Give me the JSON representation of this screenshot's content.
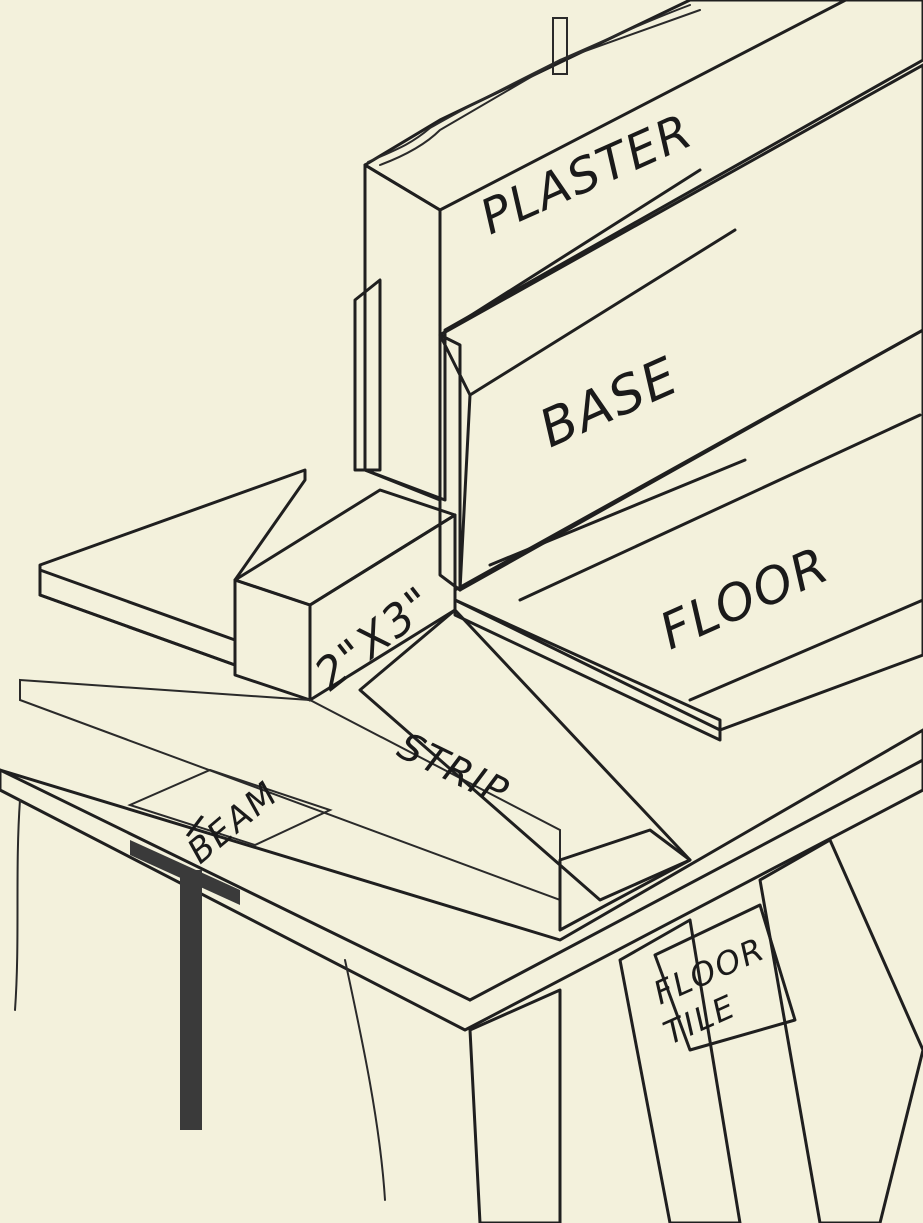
{
  "labels": {
    "plaster": "PLASTER",
    "base": "BASE",
    "floor": "FLOOR",
    "two_by_three": "2\"X3\"",
    "strip": "STRIP",
    "i_beam_top": "I",
    "i_beam_bottom": "BEAM",
    "floor_tile_top": "FLOOR",
    "floor_tile_bottom": "TILE"
  },
  "colors": {
    "paper": "#f3f1dc",
    "ink": "#1f1f1f",
    "beam": "#3a3a3a"
  }
}
